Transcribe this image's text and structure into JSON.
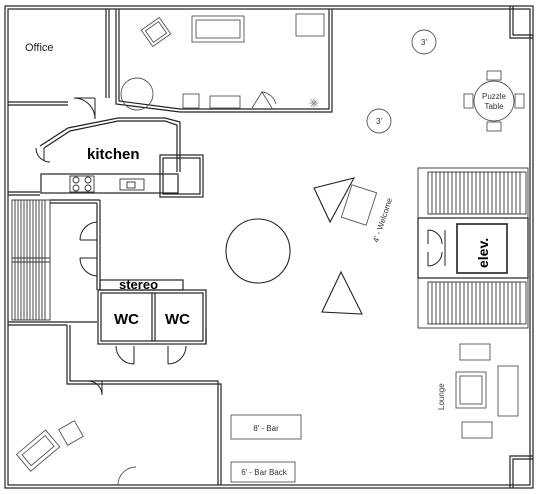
{
  "rooms": {
    "office": "Office",
    "kitchen": "kitchen",
    "stereo": "stereo",
    "wc_left": "WC",
    "wc_right": "WC",
    "elevator": "elev.",
    "lounge": "Lounge"
  },
  "tables": {
    "puzzle_line1": "Puzzle",
    "puzzle_line2": "Table",
    "round_top": "3'",
    "round_mid": "3'",
    "welcome": "4' - Welcome",
    "bar": "8' - Bar",
    "bar_back": "6' - Bar Back"
  }
}
